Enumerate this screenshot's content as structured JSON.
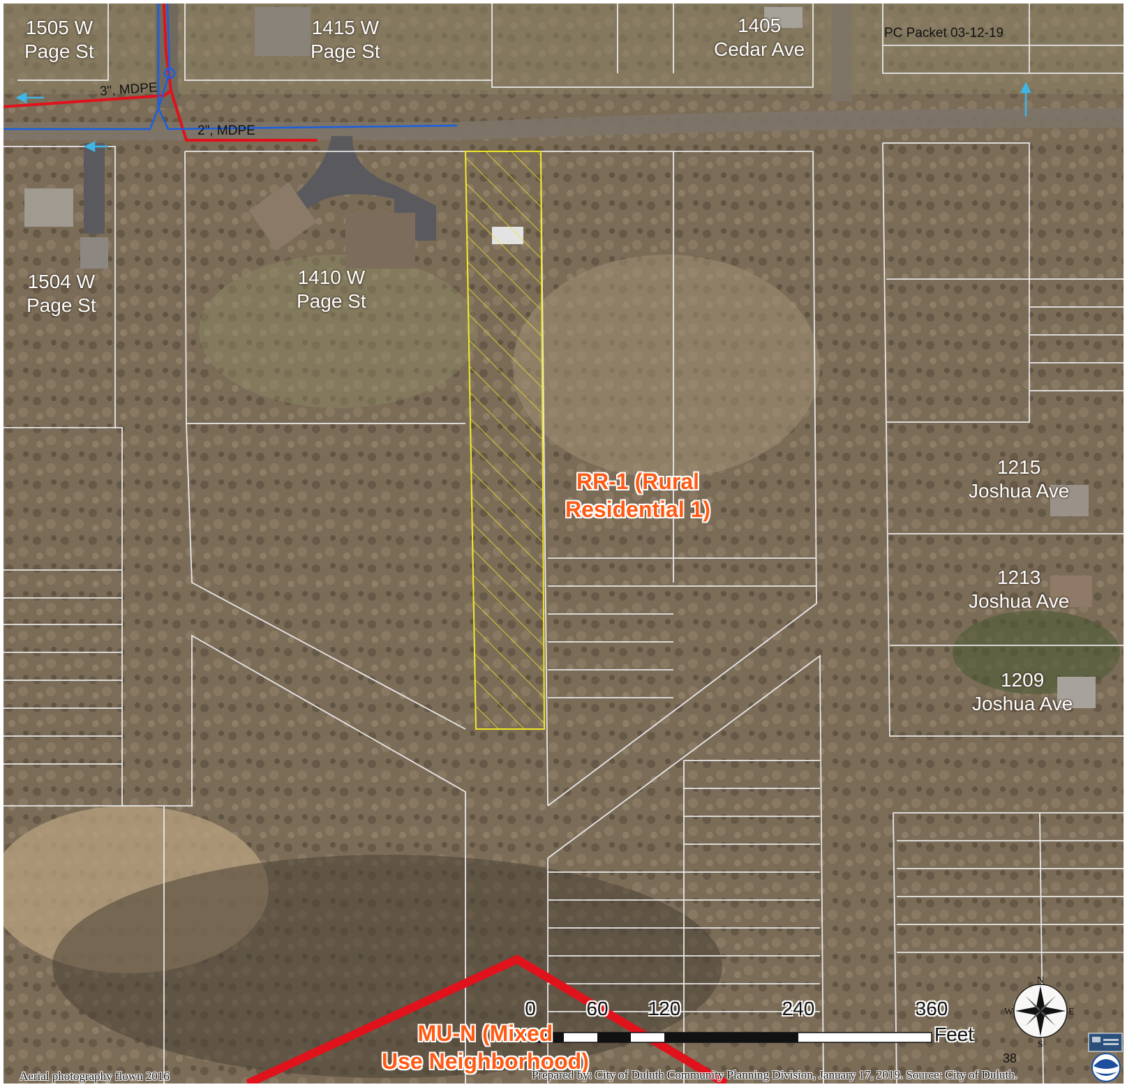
{
  "header": {
    "packet_label": "PC Packet 03-12-19"
  },
  "addresses": [
    {
      "id": "1505-w-page-st",
      "lines": [
        "1505 W",
        "Page St"
      ]
    },
    {
      "id": "1415-w-page-st",
      "lines": [
        "1415 W",
        "Page St"
      ]
    },
    {
      "id": "1405-cedar-ave",
      "lines": [
        "1405",
        "Cedar Ave"
      ]
    },
    {
      "id": "1504-w-page-st",
      "lines": [
        "1504 W",
        "Page St"
      ]
    },
    {
      "id": "1410-w-page-st",
      "lines": [
        "1410 W",
        "Page St"
      ]
    },
    {
      "id": "1215-joshua-ave",
      "lines": [
        "1215",
        "Joshua Ave"
      ]
    },
    {
      "id": "1213-joshua-ave",
      "lines": [
        "1213",
        "Joshua Ave"
      ]
    },
    {
      "id": "1209-joshua-ave",
      "lines": [
        "1209",
        "Joshua Ave"
      ]
    }
  ],
  "utilities": {
    "gas_main_3in": "3\", MDPE",
    "gas_main_2in": "2\", MDPE"
  },
  "zoning": {
    "rr1": [
      "RR-1 (Rural",
      "Residential 1)"
    ],
    "mun": [
      "MU-N (Mixed",
      "Use Neighborhood)"
    ]
  },
  "scale_bar": {
    "ticks": [
      "0",
      "60",
      "120",
      "240",
      "360"
    ],
    "unit": "Feet"
  },
  "compass": {
    "n": "N",
    "s": "S",
    "e": "E",
    "w": "W"
  },
  "footer": {
    "aerial_note": "Aerial photography flown 2016",
    "prepared_by": "Prepared by:  City of Duluth Community Planning Division, January 17, 2019.  Source:  City of Duluth.",
    "page_number": "38"
  },
  "colors": {
    "parcel_line": "#e9e9e9",
    "gas_line": "#e0121b",
    "water_line": "#1a5fe0",
    "flow_arrow": "#3fb6e6",
    "subject_parcel": "#f0e626",
    "zone_label": "#ff5a14",
    "zone_boundary": "#e0121b"
  }
}
